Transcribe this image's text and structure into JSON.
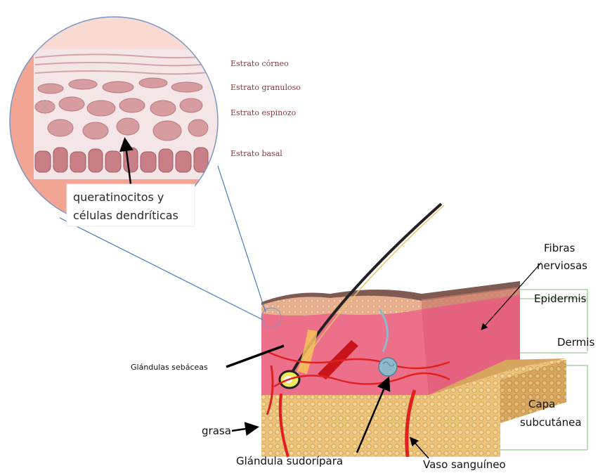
{
  "zoom": {
    "layers": [
      "Estrato córneo",
      "Estrato granuloso",
      "Estrato espinozo",
      "Estrato basal"
    ],
    "callout": [
      "queratinocitos y",
      "células dendríticas"
    ]
  },
  "labels": {
    "fibras": [
      "Fibras",
      "nerviosas"
    ],
    "epidermis": "Epidermis",
    "dermis": "Dermis",
    "capa": [
      "Capa",
      "subcutánea"
    ],
    "sebaceas": "Glándulas sebáceas",
    "grasa": "grasa",
    "sudoripara": "Glándula sudorípara",
    "vaso": "Vaso sanguíneo"
  },
  "colors": {
    "zoom_bg": "#f4e6e6",
    "zoom_border": "#7a97c4",
    "side_band": "#f2a593",
    "epidermis_top": "#7e5a52",
    "dermis": "#e96e86",
    "fat": "#e8c178",
    "vessel": "#e02020",
    "sweat_gland": "#8fb8c9",
    "guide_lines": "#a9d6a0",
    "label_zoom": "#8a3a3a"
  }
}
